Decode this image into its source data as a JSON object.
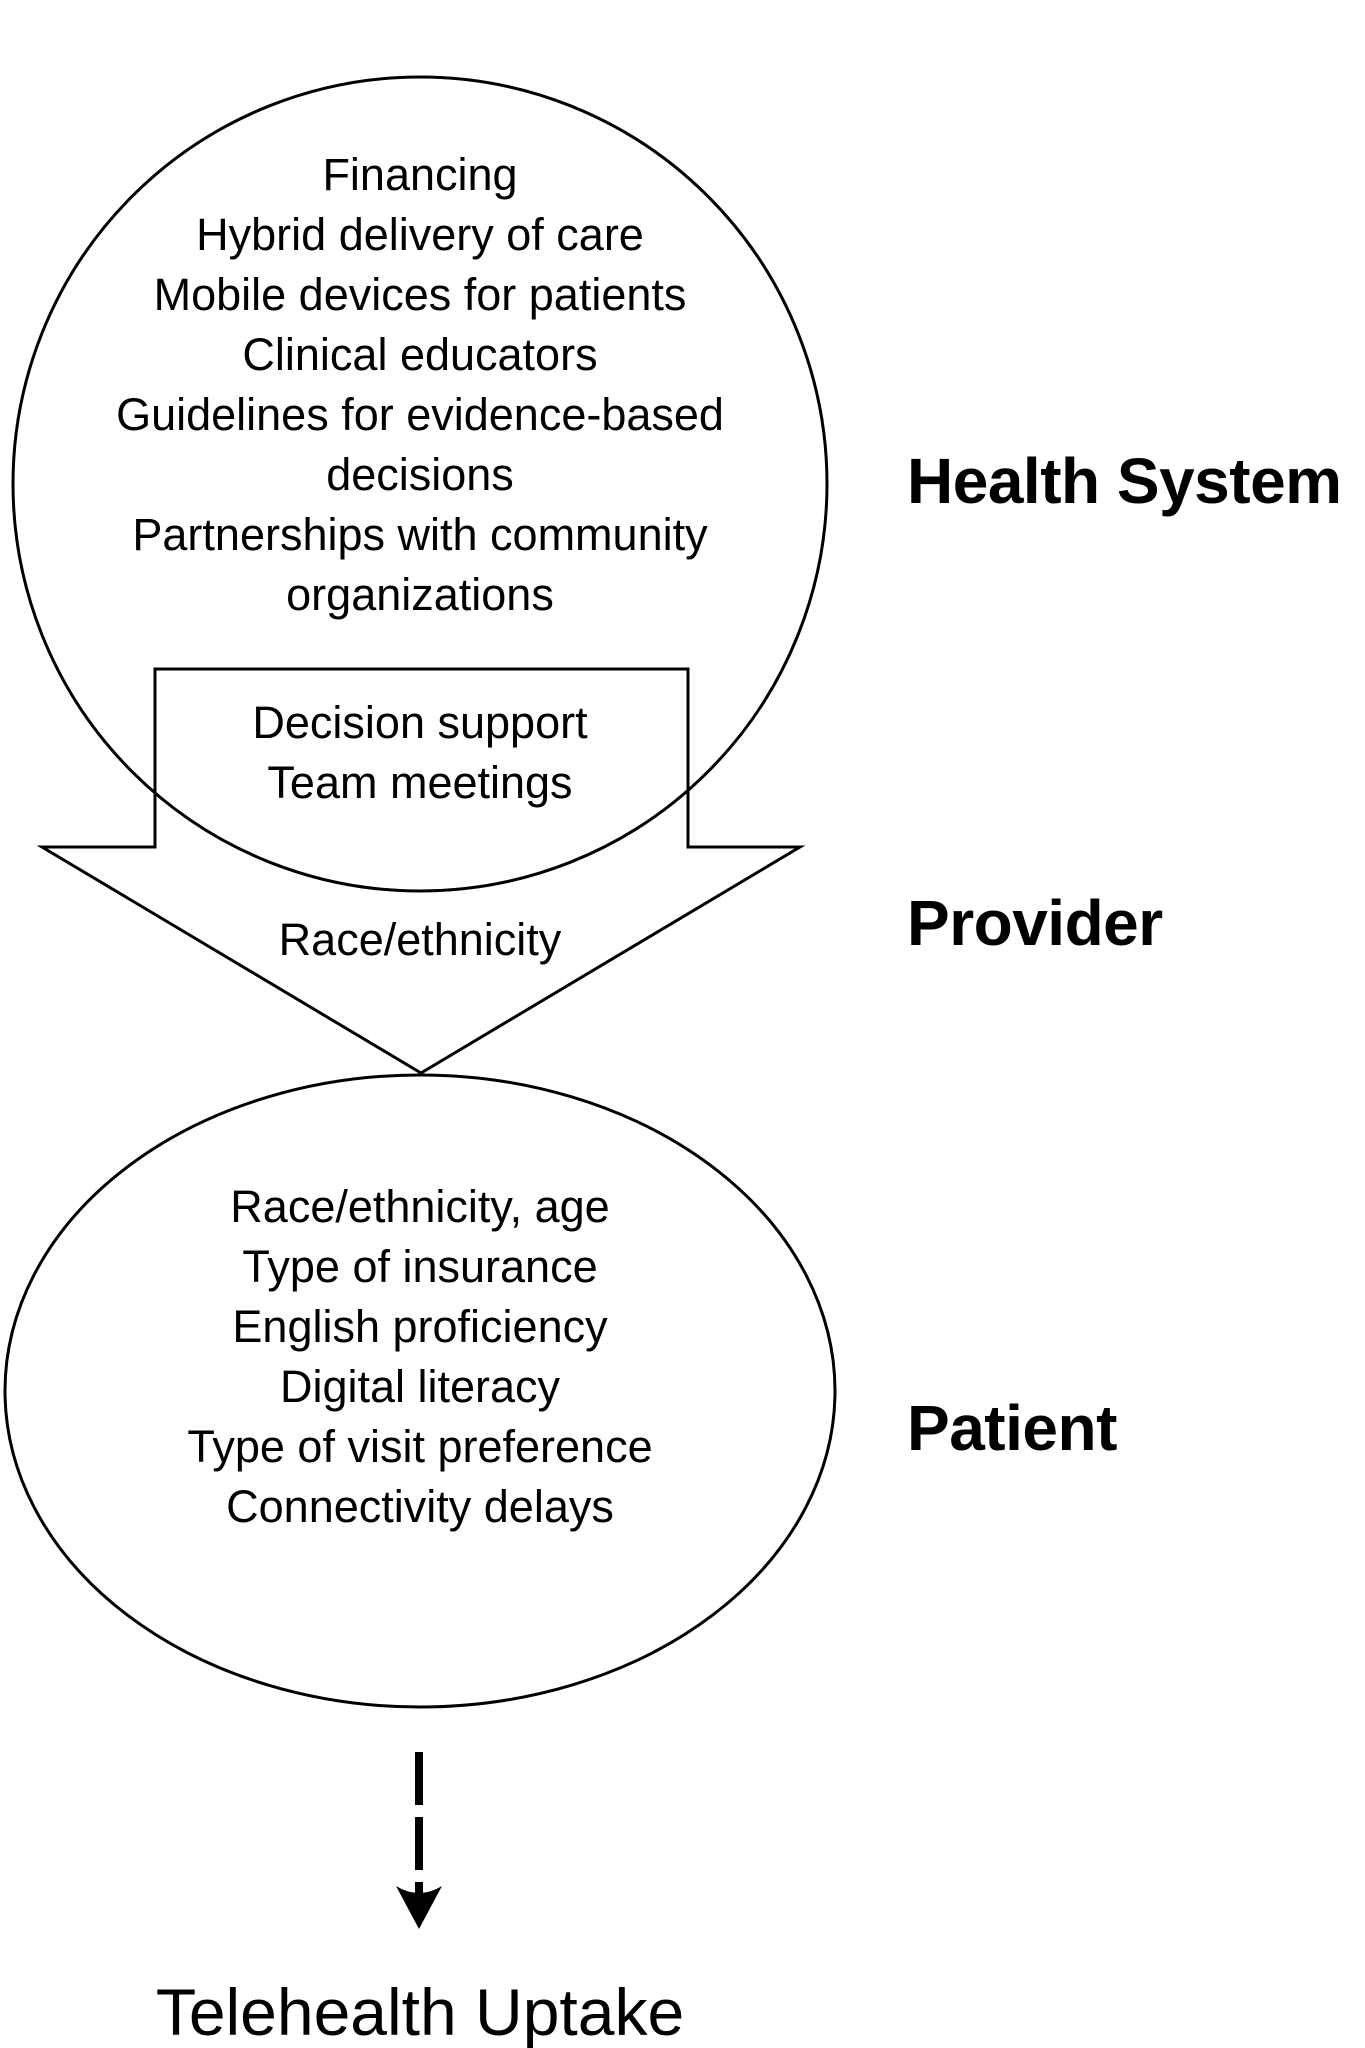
{
  "diagram": {
    "colors": {
      "stroke": "#000000",
      "text": "#000000",
      "background": "#ffffff"
    },
    "health_system": {
      "label": "Health System",
      "lines": [
        "Financing",
        "Hybrid delivery of care",
        "Mobile devices for patients",
        "Clinical educators",
        "Guidelines for evidence-based",
        "decisions",
        "Partnerships with community",
        "organizations"
      ]
    },
    "provider": {
      "label": "Provider",
      "box_lines": [
        "Decision support",
        "Team meetings"
      ],
      "arrow_line": "Race/ethnicity"
    },
    "patient": {
      "label": "Patient",
      "lines": [
        "Race/ethnicity, age",
        "Type of insurance",
        "English proficiency",
        "Digital literacy",
        "Type of visit preference",
        "Connectivity delays"
      ]
    },
    "outcome": {
      "label": "Telehealth Uptake"
    }
  }
}
